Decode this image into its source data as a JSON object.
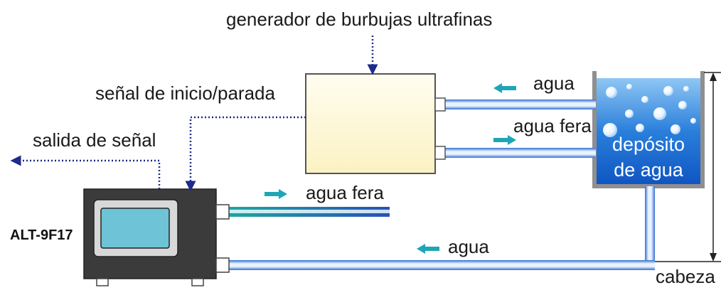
{
  "labels": {
    "generator": "generador de burbujas ultrafinas",
    "start_stop": "señal de inicio/parada",
    "signal_out": "salida de señal",
    "model": "ALT-9F17",
    "water_in_top": "agua",
    "water_out_top": "agua fera",
    "water_out_bottom": "agua fera",
    "water_in_bottom": "agua",
    "tank_line1": "depósito",
    "tank_line2": "de agua",
    "head": "cabeza"
  },
  "icons": {
    "flow_arrow": "teal-arrow-icon",
    "signal_arrow": "dotted-arrow-icon",
    "bubbles": "bubble-icon"
  },
  "colors": {
    "pipe": "#4f8fe0",
    "pipe_light": "#dbe9ff",
    "arrow_flow": "#1ea5b8",
    "signal": "#1e2a8c",
    "generator_fill": "#fffbd6",
    "device_body": "#3a3a3a",
    "screen": "#6ec3d6",
    "tank_water": "#1b6fd6"
  }
}
